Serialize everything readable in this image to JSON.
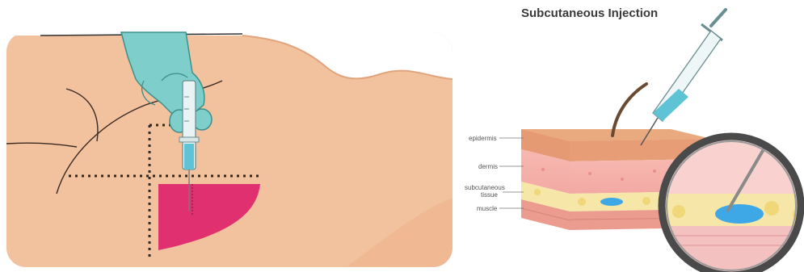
{
  "title": "Subcutaneous Injection",
  "layers": {
    "epidermis": "epidermis",
    "dermis": "dermis",
    "subcutaneous_line1": "subcutaneous",
    "subcutaneous_line2": "tissue",
    "muscle": "muscle"
  },
  "colors": {
    "skin": "#f2c19e",
    "skin_edge": "#e8ad84",
    "glove": "#7ecfcb",
    "target_zone": "#e0306f",
    "syringe_fluid": "#5fc3d6",
    "injected_fluid": "#3ea7e6",
    "fat_layer": "#f6e7a8",
    "magnifier_rim": "#4a4a4a"
  },
  "icons": {
    "syringe": "syringe-icon",
    "gloved_hand": "gloved-hand-icon",
    "magnifier": "magnifier-icon"
  }
}
